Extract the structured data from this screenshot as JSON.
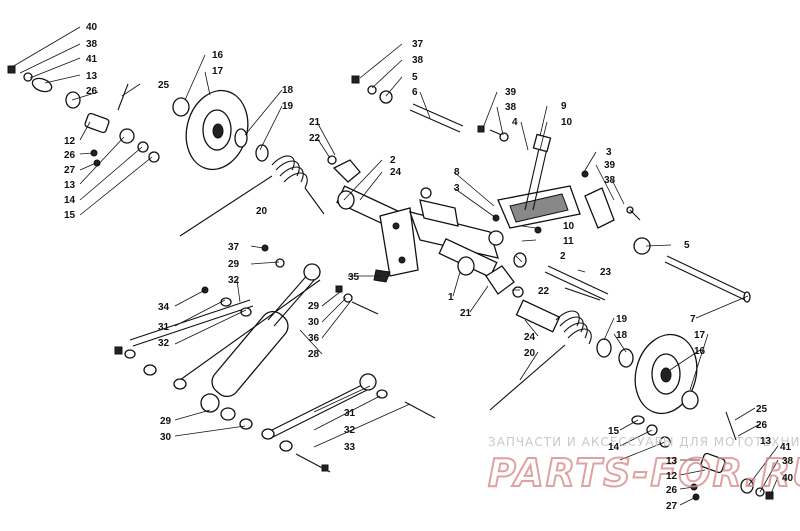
{
  "labels": [
    {
      "id": "l40a",
      "text": "40"
    },
    {
      "id": "l38a",
      "text": "38"
    },
    {
      "id": "l41a",
      "text": "41"
    },
    {
      "id": "l13a",
      "text": "13"
    },
    {
      "id": "l26a",
      "text": "26"
    },
    {
      "id": "l25a",
      "text": "25"
    },
    {
      "id": "l16a",
      "text": "16"
    },
    {
      "id": "l17a",
      "text": "17"
    },
    {
      "id": "l12a",
      "text": "12"
    },
    {
      "id": "l26b",
      "text": "26"
    },
    {
      "id": "l27a",
      "text": "27"
    },
    {
      "id": "l13b",
      "text": "13"
    },
    {
      "id": "l14a",
      "text": "14"
    },
    {
      "id": "l15a",
      "text": "15"
    },
    {
      "id": "l18a",
      "text": "18"
    },
    {
      "id": "l19a",
      "text": "19"
    },
    {
      "id": "l21a",
      "text": "21"
    },
    {
      "id": "l22a",
      "text": "22"
    },
    {
      "id": "l37a",
      "text": "37"
    },
    {
      "id": "l38b",
      "text": "38"
    },
    {
      "id": "l5a",
      "text": "5"
    },
    {
      "id": "l6a",
      "text": "6"
    },
    {
      "id": "l39a",
      "text": "39"
    },
    {
      "id": "l38c",
      "text": "38"
    },
    {
      "id": "l4a",
      "text": "4"
    },
    {
      "id": "l9a",
      "text": "9"
    },
    {
      "id": "l10a",
      "text": "10"
    },
    {
      "id": "l3a",
      "text": "3"
    },
    {
      "id": "l39b",
      "text": "39"
    },
    {
      "id": "l38d",
      "text": "38"
    },
    {
      "id": "l2a",
      "text": "2"
    },
    {
      "id": "l24a",
      "text": "24"
    },
    {
      "id": "l8a",
      "text": "8"
    },
    {
      "id": "l3b",
      "text": "3"
    },
    {
      "id": "l10b",
      "text": "10"
    },
    {
      "id": "l11a",
      "text": "11"
    },
    {
      "id": "l5b",
      "text": "5"
    },
    {
      "id": "l20a",
      "text": "20"
    },
    {
      "id": "l37b",
      "text": "37"
    },
    {
      "id": "l29a",
      "text": "29"
    },
    {
      "id": "l32a",
      "text": "32"
    },
    {
      "id": "l35a",
      "text": "35"
    },
    {
      "id": "l2b",
      "text": "2"
    },
    {
      "id": "l23a",
      "text": "23"
    },
    {
      "id": "l1a",
      "text": "1"
    },
    {
      "id": "l22b",
      "text": "22"
    },
    {
      "id": "l21b",
      "text": "21"
    },
    {
      "id": "l34a",
      "text": "34"
    },
    {
      "id": "l31a",
      "text": "31"
    },
    {
      "id": "l32b",
      "text": "32"
    },
    {
      "id": "l29b",
      "text": "29"
    },
    {
      "id": "l30a",
      "text": "30"
    },
    {
      "id": "l36a",
      "text": "36"
    },
    {
      "id": "l28a",
      "text": "28"
    },
    {
      "id": "l7a",
      "text": "7"
    },
    {
      "id": "l19b",
      "text": "19"
    },
    {
      "id": "l18b",
      "text": "18"
    },
    {
      "id": "l24b",
      "text": "24"
    },
    {
      "id": "l17b",
      "text": "17"
    },
    {
      "id": "l16b",
      "text": "16"
    },
    {
      "id": "l20b",
      "text": "20"
    },
    {
      "id": "l29c",
      "text": "29"
    },
    {
      "id": "l30b",
      "text": "30"
    },
    {
      "id": "l31b",
      "text": "31"
    },
    {
      "id": "l32c",
      "text": "32"
    },
    {
      "id": "l33a",
      "text": "33"
    },
    {
      "id": "l25b",
      "text": "25"
    },
    {
      "id": "l26c",
      "text": "26"
    },
    {
      "id": "l15b",
      "text": "15"
    },
    {
      "id": "l14b",
      "text": "14"
    },
    {
      "id": "l13c",
      "text": "13"
    },
    {
      "id": "l41b",
      "text": "41"
    },
    {
      "id": "l13d",
      "text": "13"
    },
    {
      "id": "l12b",
      "text": "12"
    },
    {
      "id": "l38e",
      "text": "38"
    },
    {
      "id": "l40b",
      "text": "40"
    },
    {
      "id": "l26d",
      "text": "26"
    },
    {
      "id": "l27b",
      "text": "27"
    }
  ],
  "watermark": {
    "caption": "ЗАПЧАСТИ И АКСЕССУАРЫ ДЛЯ МОТОТЕХНИКИ",
    "logo": "PARTS-FOR.RU"
  }
}
